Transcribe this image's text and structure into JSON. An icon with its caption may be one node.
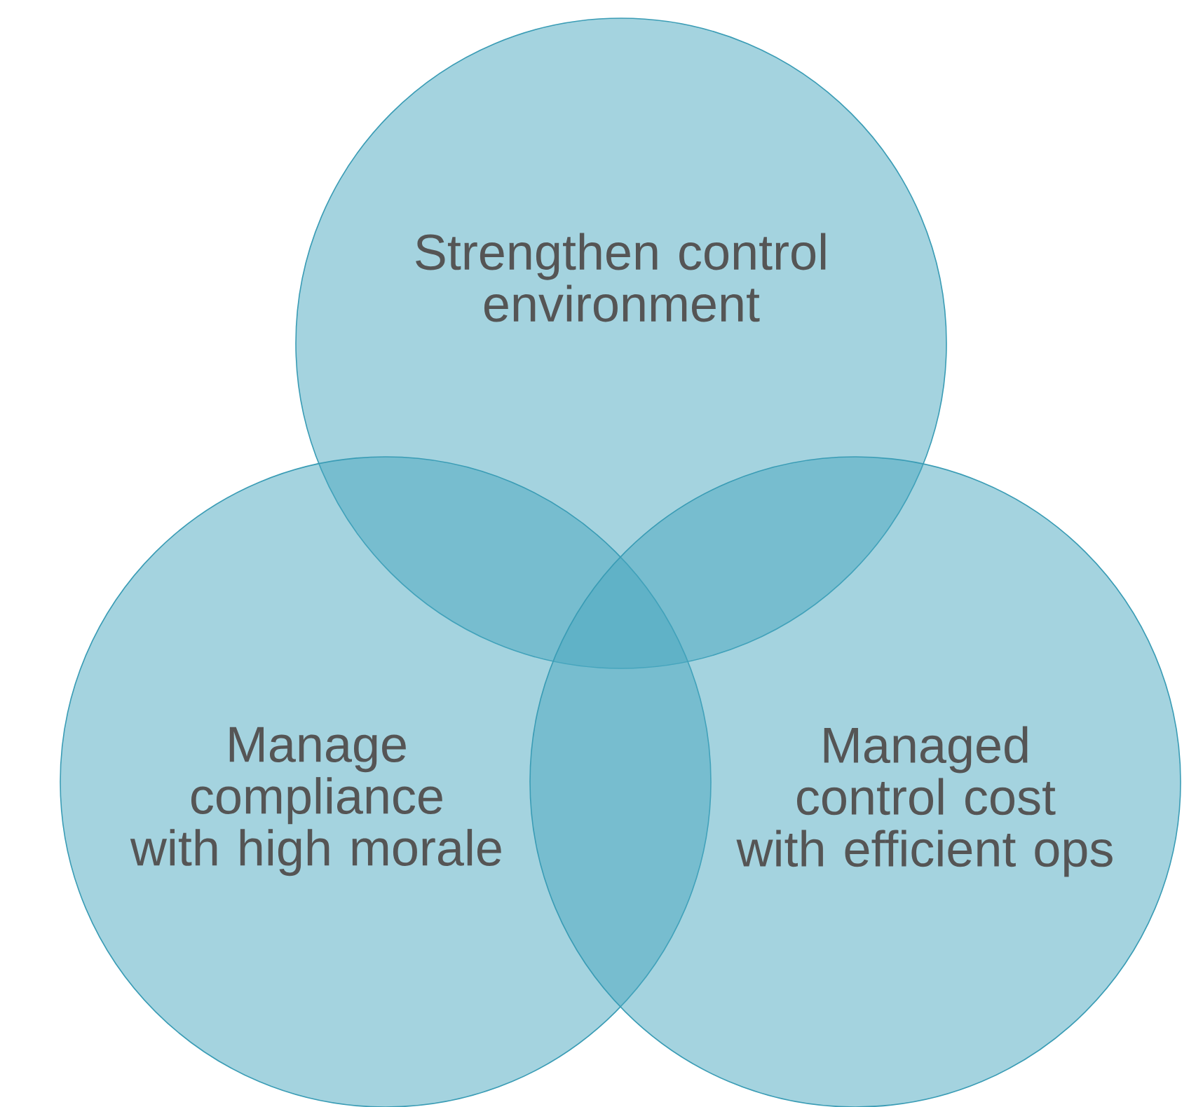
{
  "diagram": {
    "nodes": [
      {
        "text": [
          "Strengthen control environment"
        ]
      },
      {
        "text": [
          "Manage compliance with high morale"
        ]
      },
      {
        "text": [
          "Managed control cost with efficient ops"
        ]
      }
    ]
  }
}
